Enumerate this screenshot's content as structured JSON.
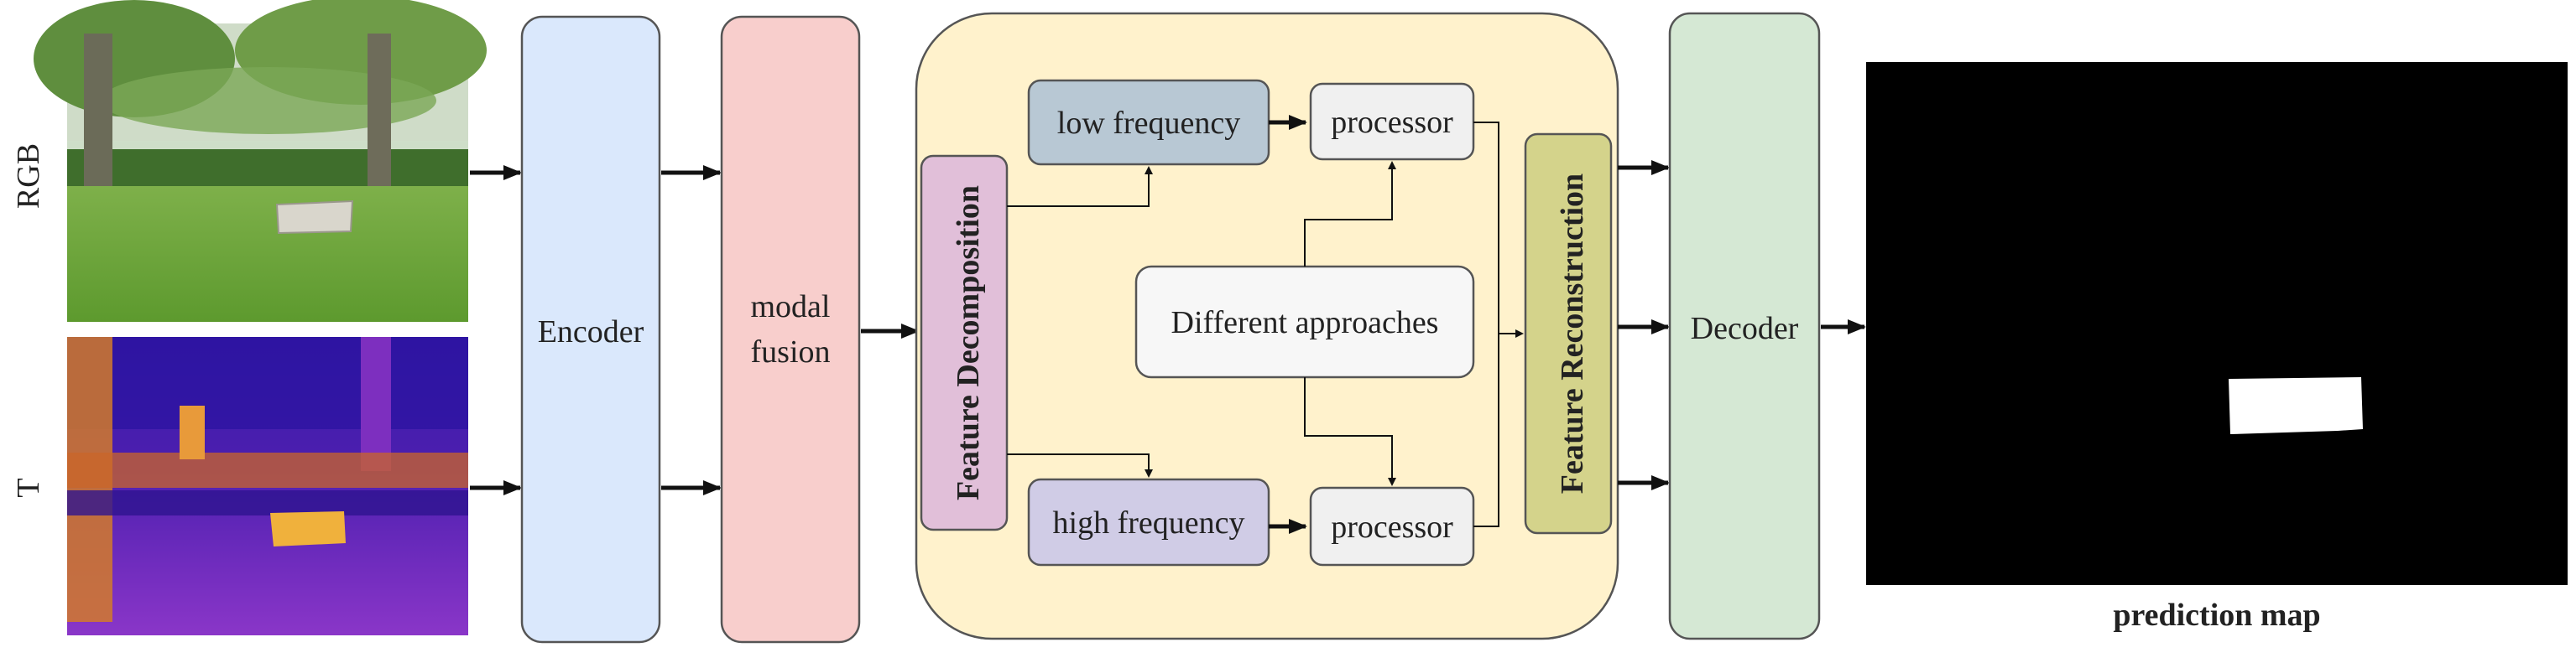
{
  "inputs": {
    "rgb_label": "RGB",
    "t_label": "T"
  },
  "modules": {
    "encoder": "Encoder",
    "modal_fusion_line1": "modal",
    "modal_fusion_line2": "fusion",
    "feature_decomposition": "Feature Decomposition",
    "low_frequency": "low frequency",
    "high_frequency": "high frequency",
    "processor_top": "processor",
    "processor_bottom": "processor",
    "different_approaches": "Different approaches",
    "feature_reconstruction": "Feature Reconstruction",
    "decoder": "Decoder"
  },
  "output": {
    "caption": "prediction map"
  },
  "colors": {
    "encoder": "#dae8fc",
    "modal_fusion": "#f8cecc",
    "frequency_panel": "#fff2cc",
    "feature_decomposition": "#e1bfd9",
    "low_frequency": "#b8c8d4",
    "high_frequency": "#d0cce6",
    "processor": "#f0f0f0",
    "feature_reconstruction": "#d4d38b",
    "decoder": "#d5e8d4",
    "prediction_bg": "#000000",
    "prediction_object": "#ffffff"
  }
}
